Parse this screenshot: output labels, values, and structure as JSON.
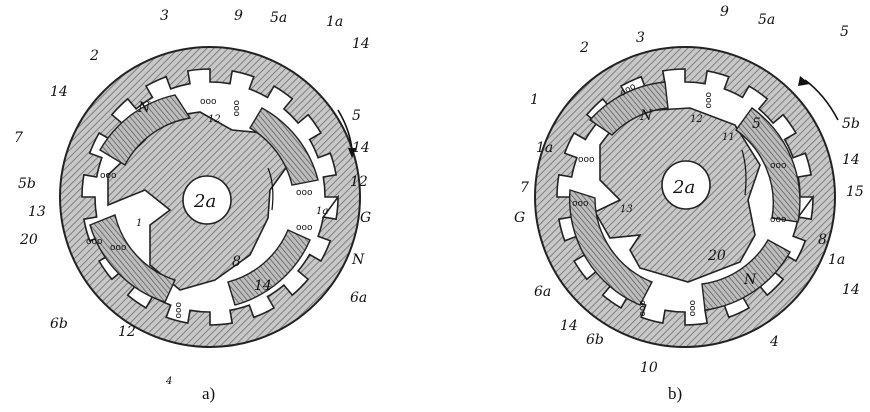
{
  "colors": {
    "ink": "#2b2b2b",
    "hatch": "#7a7a7a",
    "paper": "#ffffff",
    "fill": "#bdbdbd"
  },
  "figures": [
    {
      "id": "a",
      "caption": "a)",
      "center_label": "2a",
      "labels": [
        "3",
        "9",
        "5a",
        "1a",
        "14",
        "2",
        "14",
        "N",
        "12",
        "5",
        "14",
        "7",
        "5b",
        "12",
        "1a",
        "13",
        "1",
        "G",
        "20",
        "8",
        "N",
        "14",
        "6a",
        "6b",
        "12",
        "4"
      ]
    },
    {
      "id": "b",
      "caption": "b)",
      "center_label": "2a",
      "labels": [
        "9",
        "5a",
        "5",
        "2",
        "3",
        "1",
        "N",
        "12",
        "11",
        "5",
        "5b",
        "1a",
        "14",
        "7",
        "15",
        "G",
        "13",
        "8",
        "20",
        "1a",
        "6a",
        "N",
        "14",
        "14",
        "6b",
        "10",
        "4"
      ]
    }
  ]
}
